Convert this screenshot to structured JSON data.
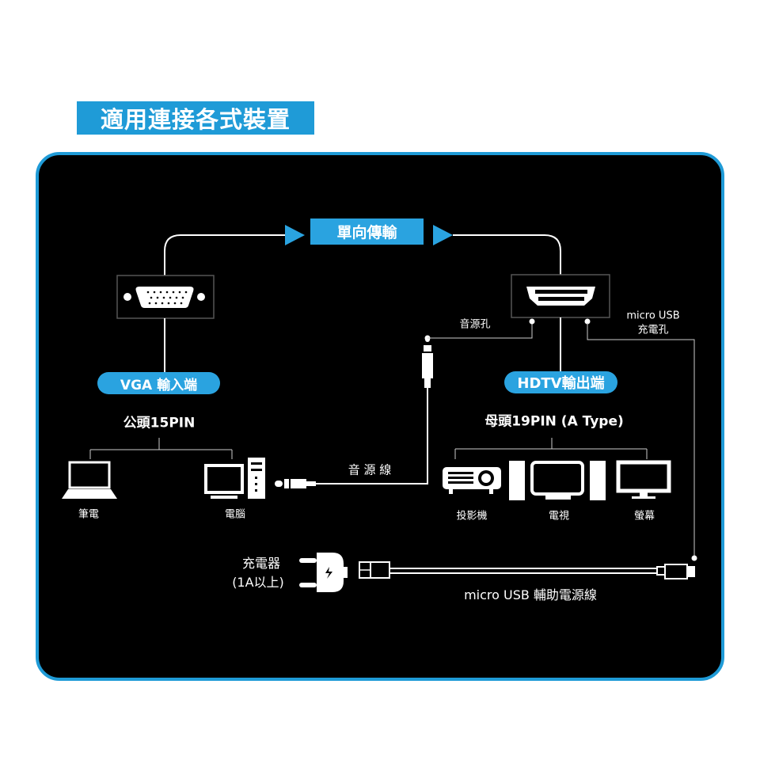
{
  "title": "適用連接各式裝置",
  "direction_label": "單向傳輸",
  "vga": {
    "label": "VGA 輸入端",
    "spec": "公頭15PIN",
    "devices": [
      "筆電",
      "電腦"
    ]
  },
  "hdtv": {
    "label": "HDTV輸出端",
    "spec": "母頭19PIN (A Type)",
    "devices": [
      "投影機",
      "電視",
      "螢幕"
    ]
  },
  "audio_port": "音源孔",
  "audio_cable": "音 源 線",
  "usb_port": [
    "micro USB",
    "充電孔"
  ],
  "charger": [
    "充電器",
    "(1A以上)"
  ],
  "usb_cable": "micro USB 輔助電源線",
  "colors": {
    "accent": "#1f9bd7",
    "background": "#000000"
  }
}
